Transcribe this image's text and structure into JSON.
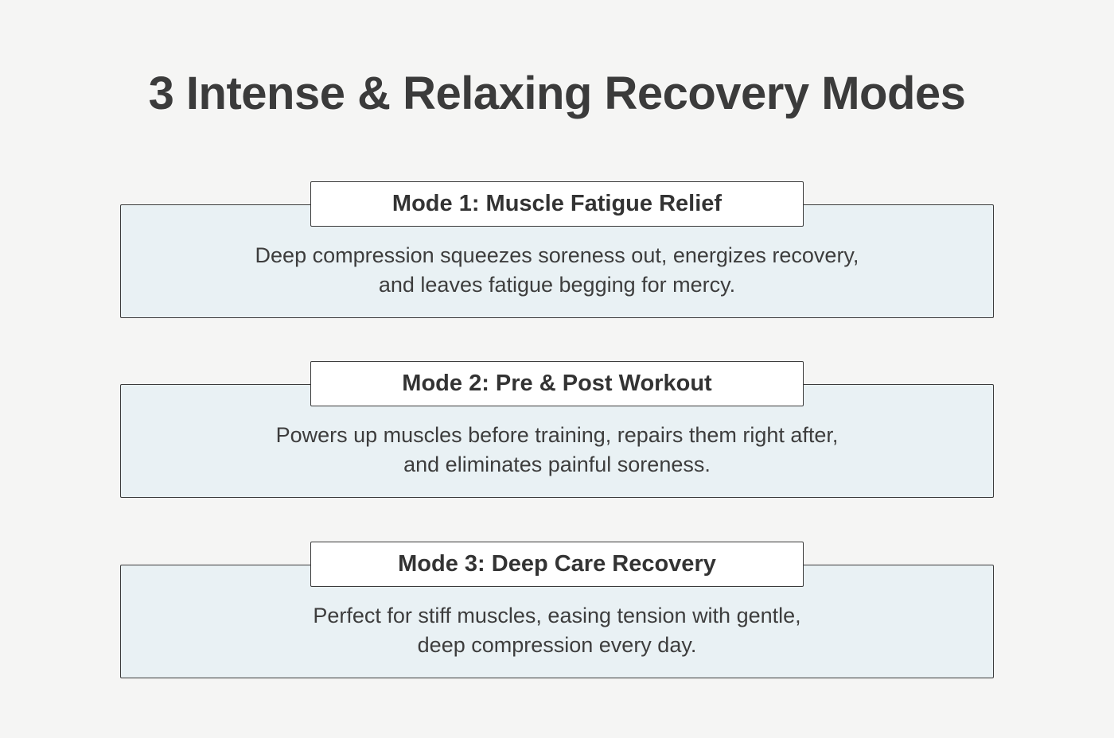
{
  "heading": "3 Intense & Relaxing Recovery Modes",
  "colors": {
    "background": "#f5f5f4",
    "panel_fill": "#e9f1f4",
    "border": "#3b3b3b",
    "text": "#3d3d3d"
  },
  "modes": [
    {
      "title": "Mode 1: Muscle Fatigue Relief",
      "description_line1": "Deep compression squeezes soreness out, energizes recovery,",
      "description_line2": "and leaves fatigue begging for mercy."
    },
    {
      "title": "Mode 2: Pre & Post Workout",
      "description_line1": "Powers up muscles before training, repairs them right after,",
      "description_line2": "and eliminates painful soreness."
    },
    {
      "title": "Mode 3: Deep Care Recovery",
      "description_line1": "Perfect for stiff muscles, easing tension with gentle,",
      "description_line2": "deep compression every day."
    }
  ]
}
